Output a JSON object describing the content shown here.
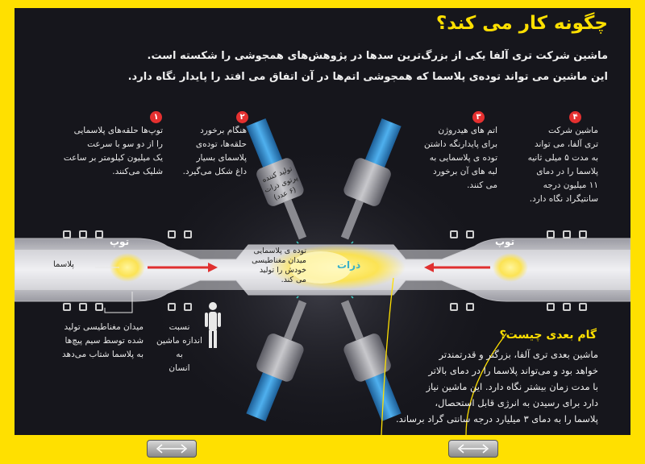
{
  "title": "چگونه کار می کند؟",
  "intro": [
    "ماشین شرکت تری آلفا یکی از بزرگ‌ترین سدها در پژوهش‌های همجوشی را شکسته است.",
    "این ماشین می تواند توده‌ی پلاسما که همجوشی اتم‌ها در آن اتفاق می افتد را پایدار نگاه دارد."
  ],
  "steps": [
    {
      "number": "۱",
      "lines": [
        "توپ‌ها حلقه‌های پلاسمایی",
        "را از دو سو با سرعت",
        "یک میلیون کیلومتر بر ساعت",
        "شلیک می‌کنند."
      ]
    },
    {
      "number": "۲",
      "lines": [
        "هنگام برخورد",
        "حلقه‌ها، توده‌ی",
        "پلاسمای بسیار",
        "داغ شکل می‌گیرد."
      ]
    },
    {
      "number": "۳",
      "lines": [
        "اتم های هیدروژن",
        "برای پایدارنگه داشتن",
        "توده ی پلاسمایی به",
        "لبه های آن برخورد",
        "می کنند."
      ]
    },
    {
      "number": "۴",
      "lines": [
        "ماشین شرکت",
        "تری آلفا، می تواند",
        "به مدت ۵ میلی ثانیه",
        "پلاسما را در دمای",
        "۱۱ میلیون درجه",
        "سانتیگراد نگاه دارد."
      ]
    }
  ],
  "labels": {
    "gun_left": "توپ",
    "gun_right": "توپ",
    "plasma": "پلاسما",
    "particles": "ذرات",
    "injector": [
      "تولید کننده",
      "پرتوی ذرات",
      "(۶ عدد)"
    ],
    "mass": [
      "توده ی پلاسمایی",
      "میدان مغناطیسی",
      "خودش را تولید",
      "می کند."
    ],
    "magnet": [
      "میدان مغناطیسی تولید",
      "شده توسط سیم پیچ‌ها",
      "به پلاسما شتاب می‌دهد"
    ],
    "scale": [
      "نسبت",
      "اندازه ماشین",
      "به",
      "انسان"
    ]
  },
  "next": {
    "title": "گام بعدی چیست؟",
    "lines": [
      "ماشین بعدی تری آلفا، بزرگتر و قدرتمندتر",
      "خواهد بود و می‌تواند پلاسما را در دمای بالاتر",
      "با مدت زمان بیشتر نگاه دارد.  این ماشین نیاز",
      "دارد برای رسیدن به انرژی قابل استحصال،",
      "پلاسما را به دمای ۳ میلیارد درجه سانتی گراد برساند."
    ]
  },
  "colors": {
    "accent": "#ffe000",
    "panel": "#16161c",
    "step_badge": "#e53030",
    "beam": "#3a9ad9"
  },
  "icons": {
    "nav_prev": "double-arrow-icon",
    "nav_next": "double-arrow-icon"
  }
}
